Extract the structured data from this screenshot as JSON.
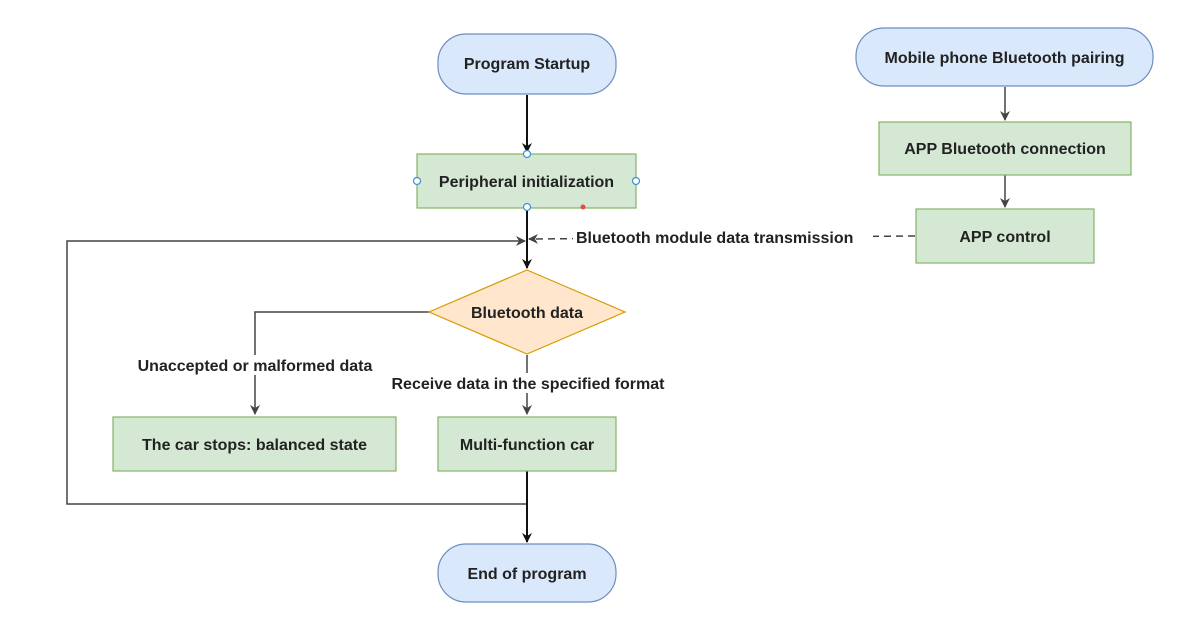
{
  "colors": {
    "terminal_fill": "#dae8fc",
    "terminal_stroke": "#6c8ebf",
    "process_fill": "#d5e8d4",
    "process_stroke": "#82b366",
    "decision_fill": "#ffe6cc",
    "decision_stroke": "#d79b00",
    "edge": "#111111",
    "edge_gray": "#444444",
    "handle": "#3d8fd6",
    "red_marker": "#e84848"
  },
  "nodes": {
    "program_startup": "Program Startup",
    "peripheral_init": "Peripheral initialization",
    "bluetooth_data": "Bluetooth data",
    "car_stops": "The car stops: balanced state",
    "multi_function_car": "Multi-function car",
    "end_of_program": "End of program",
    "phone_pairing": "Mobile phone Bluetooth pairing",
    "app_bt_connection": "APP Bluetooth connection",
    "app_control": "APP control"
  },
  "edge_labels": {
    "bt_transmission": "Bluetooth module data transmission",
    "unaccepted": "Unaccepted or malformed data",
    "receive_format": "Receive data in the specified format"
  }
}
